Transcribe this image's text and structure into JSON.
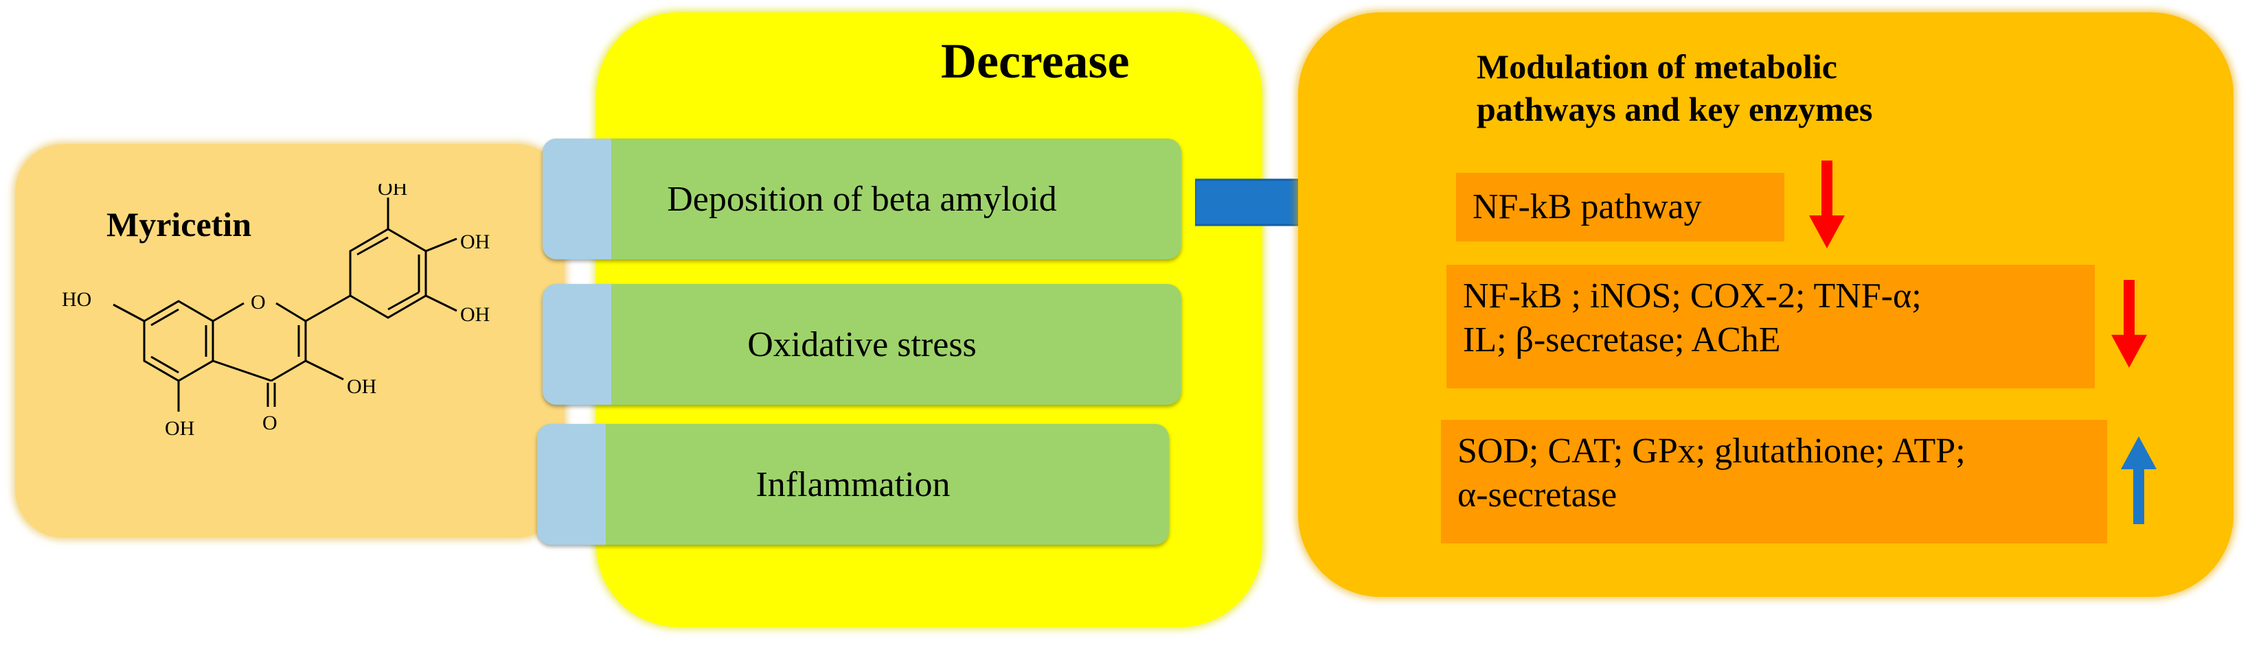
{
  "myricetin": {
    "title": "Myricetin",
    "oh_labels": [
      "OH",
      "OH",
      "OH",
      "HO",
      "OH",
      "OH"
    ],
    "o_labels": [
      "O",
      "O"
    ]
  },
  "decrease": {
    "title": "Decrease",
    "items": [
      "Deposition of beta amyloid",
      "Oxidative stress",
      "Inflammation"
    ]
  },
  "modulation": {
    "title_line1": "Modulation of metabolic",
    "title_line2": "pathways and key enzymes",
    "pathway": "NF-kB pathway",
    "decreased_line1": "NF-kB ; iNOS; COX-2; TNF-α;",
    "decreased_line2": "IL; β-secretase; AChE",
    "increased_line1": "SOD; CAT; GPx; glutathione; ATP;",
    "increased_line2": "α-secretase"
  },
  "colors": {
    "myricetin_panel": "#fcd97c",
    "decrease_panel": "#ffff00",
    "modulation_panel": "#ffc000",
    "bar_green": "#9ed36b",
    "bar_blue": "#a8cfe6",
    "box_orange": "#ff9a00",
    "arrow_blue": "#1f77c8",
    "arrow_red": "#ff0000"
  }
}
